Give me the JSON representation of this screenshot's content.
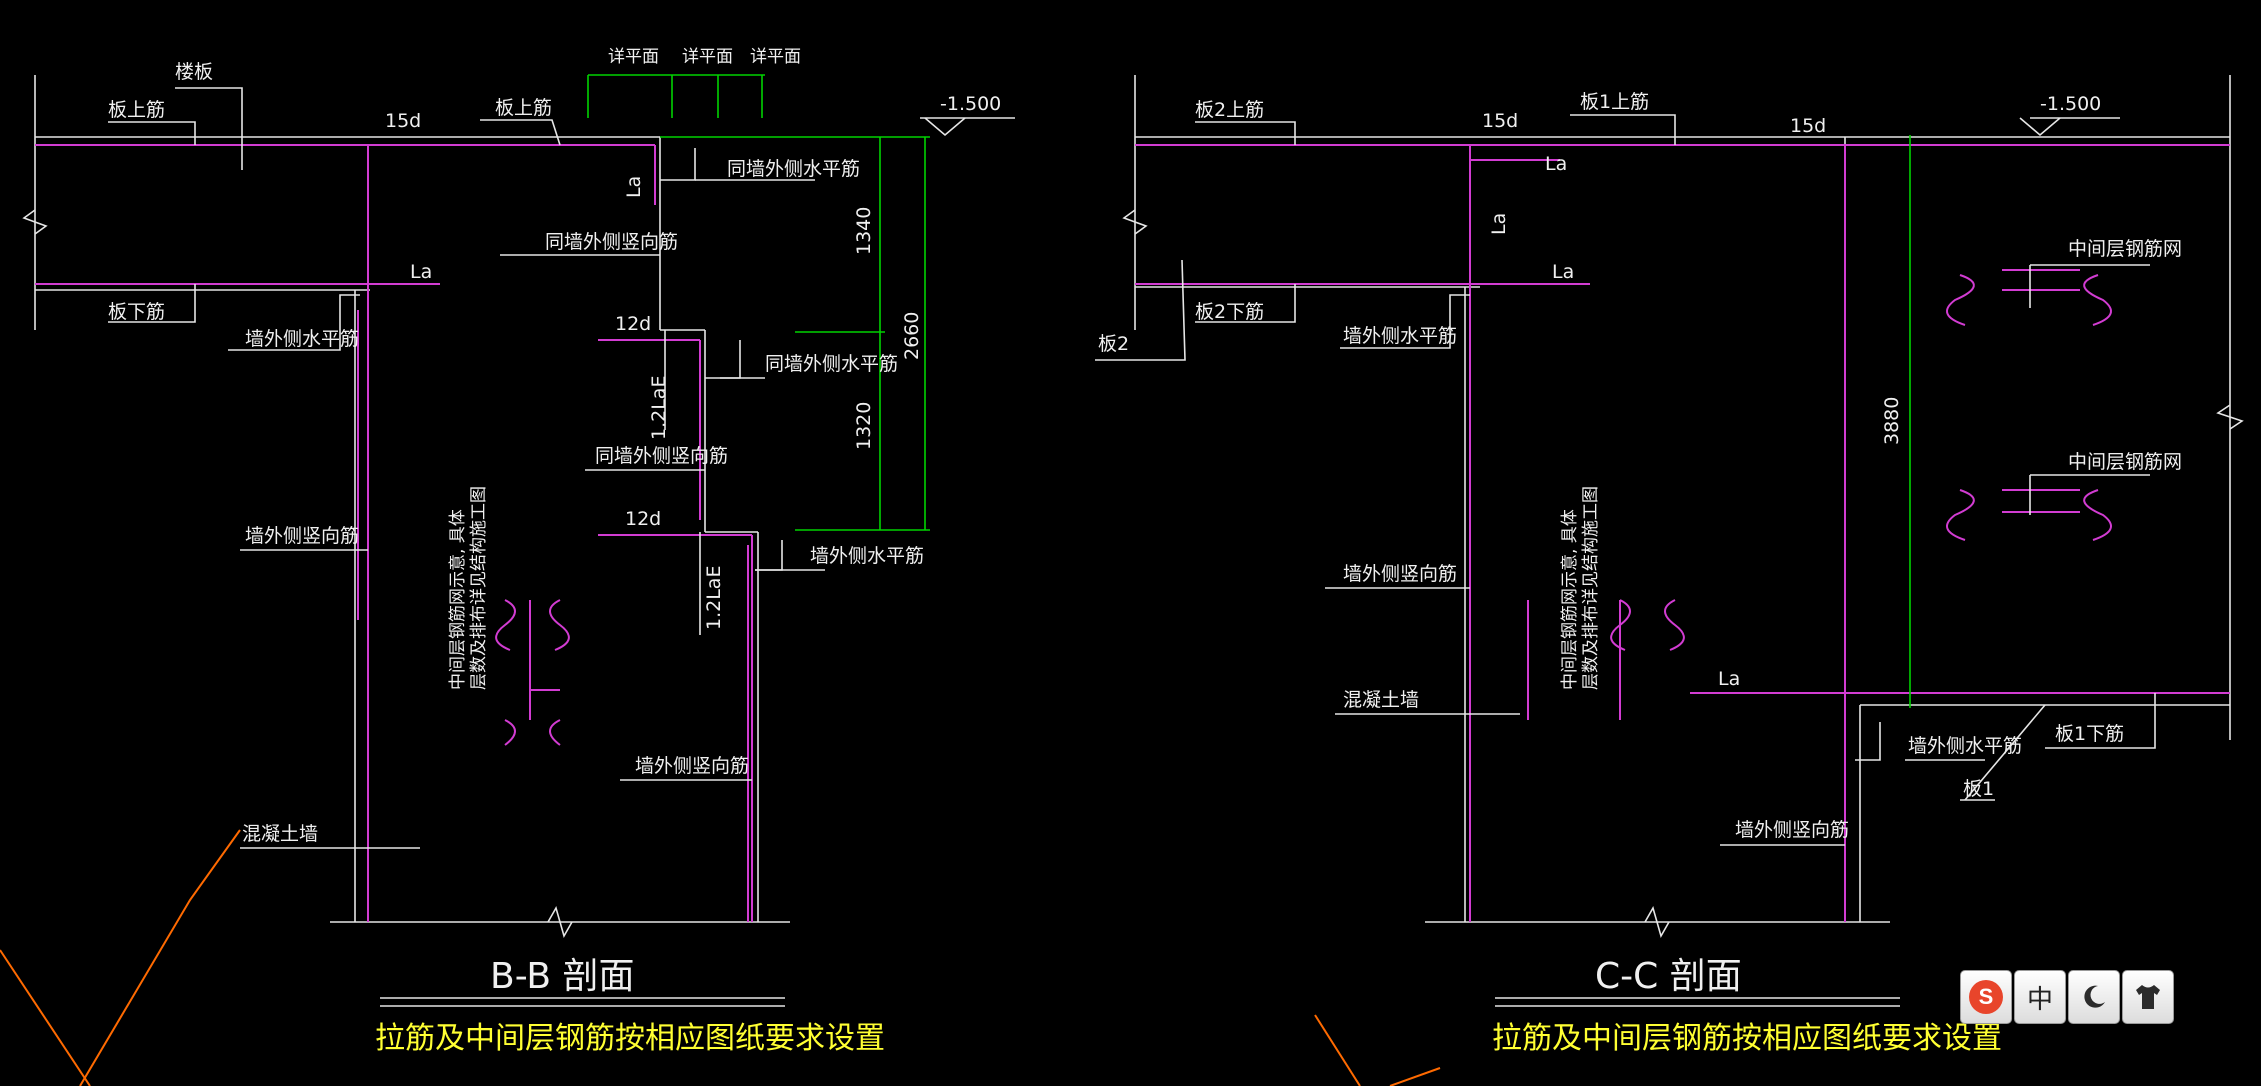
{
  "left_section": {
    "labels": {
      "floor_slab": "楼板",
      "slab_top_bar": "板上筋",
      "slab_top_bar_2": "板上筋",
      "slab_bottom_bar": "板下筋",
      "dev_15d": "15d",
      "la_1": "La",
      "la_2": "La",
      "detail_1": "详平面",
      "detail_2": "详平面",
      "detail_3": "详平面",
      "elev": "-1.500",
      "inner_wall_horiz_1": "同墙外侧水平筋",
      "inner_wall_vert_1": "同墙外侧竖向筋",
      "dev_12d_1": "12d",
      "lae_1": "1.2LaE",
      "inner_wall_horiz_2": "同墙外侧水平筋",
      "inner_wall_vert_2": "同墙外侧竖向筋",
      "dev_12d_2": "12d",
      "lae_2": "1.2LaE",
      "wall_outer_horiz_1": "墙外侧水平筋",
      "wall_outer_vert_1": "墙外侧竖向筋",
      "wall_outer_horiz_2": "墙外侧水平筋",
      "wall_outer_vert_2": "墙外侧竖向筋",
      "middle_layer_note": "中间层钢筋网示意, 具体",
      "middle_layer_note_2": "层数及排布详见结构施工图",
      "concrete_wall": "混凝土墙",
      "dim_1340": "1340",
      "dim_1320": "1320",
      "dim_2660": "2660"
    },
    "title": "B-B 剖面",
    "note": "拉筋及中间层钢筋按相应图纸要求设置"
  },
  "right_section": {
    "labels": {
      "slab2_top_bar": "板2上筋",
      "slab1_top_bar": "板1上筋",
      "dev_15d_1": "15d",
      "dev_15d_2": "15d",
      "la_1": "La",
      "la_2": "La",
      "la_3": "La",
      "la_4": "La",
      "elev": "-1.500",
      "slab2": "板2",
      "slab2_bottom_bar": "板2下筋",
      "wall_outer_horiz_1": "墙外侧水平筋",
      "middle_mesh_1": "中间层钢筋网",
      "middle_mesh_2": "中间层钢筋网",
      "dim_3880": "3880",
      "wall_outer_vert_1": "墙外侧竖向筋",
      "middle_layer_note": "中间层钢筋网示意, 具体",
      "middle_layer_note_2": "层数及排布详见结构施工图",
      "concrete_wall": "混凝土墙",
      "wall_outer_horiz_2": "墙外侧水平筋",
      "slab1_bottom_bar": "板1下筋",
      "slab1": "板1",
      "wall_outer_vert_2": "墙外侧竖向筋"
    },
    "title": "C-C 剖面",
    "note": "拉筋及中间层钢筋按相应图纸要求设置"
  },
  "ime_toolbar": {
    "logo": "S",
    "mode": "中",
    "moon_icon": "moon-icon",
    "shirt_icon": "shirt-icon"
  },
  "colors": {
    "background": "#000000",
    "line": "#e6e6e6",
    "rebar": "#d23cd2",
    "dimension": "#00d200",
    "note": "#ffff32",
    "cursor_line": "#ff6a00"
  }
}
